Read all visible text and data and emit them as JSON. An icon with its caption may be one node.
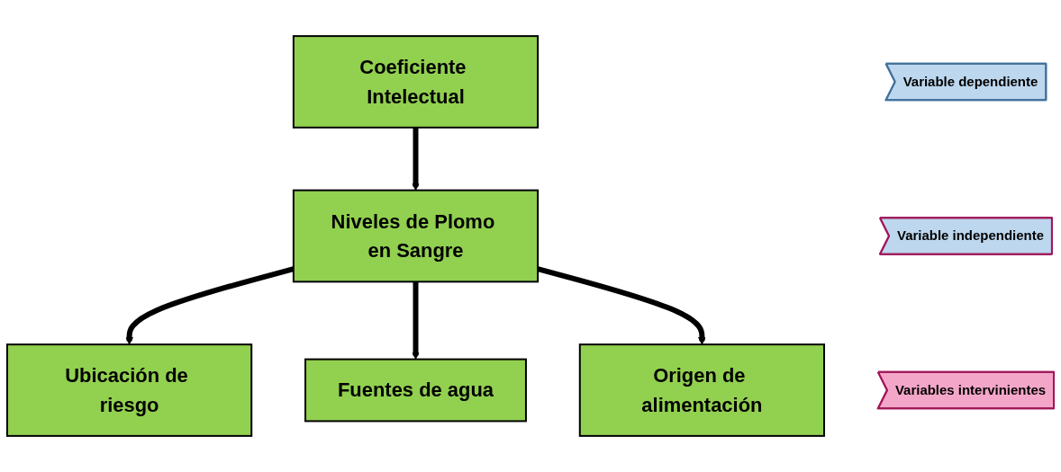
{
  "diagram": {
    "nodes": [
      {
        "text": [
          "Coeficiente Intelectual"
        ]
      },
      {
        "text": [
          "Niveles de Plomo en Sangre"
        ]
      },
      {
        "text": [
          "Ubicación de riesgo"
        ]
      },
      {
        "text": [
          "Fuentes de agua"
        ]
      },
      {
        "text": [
          "Origen de alimentación"
        ]
      },
      {
        "text": [
          "Variable dependiente"
        ]
      },
      {
        "text": [
          "Variable independiente"
        ]
      },
      {
        "text": [
          "Variables intervinientes"
        ]
      }
    ],
    "edges": [
      {
        "from": 0,
        "to": 1,
        "arrow": "to"
      },
      {
        "from": 1,
        "to": 2,
        "arrow": "to"
      },
      {
        "from": 1,
        "to": 3,
        "arrow": "to"
      },
      {
        "from": 1,
        "to": 4,
        "arrow": "to"
      }
    ]
  }
}
